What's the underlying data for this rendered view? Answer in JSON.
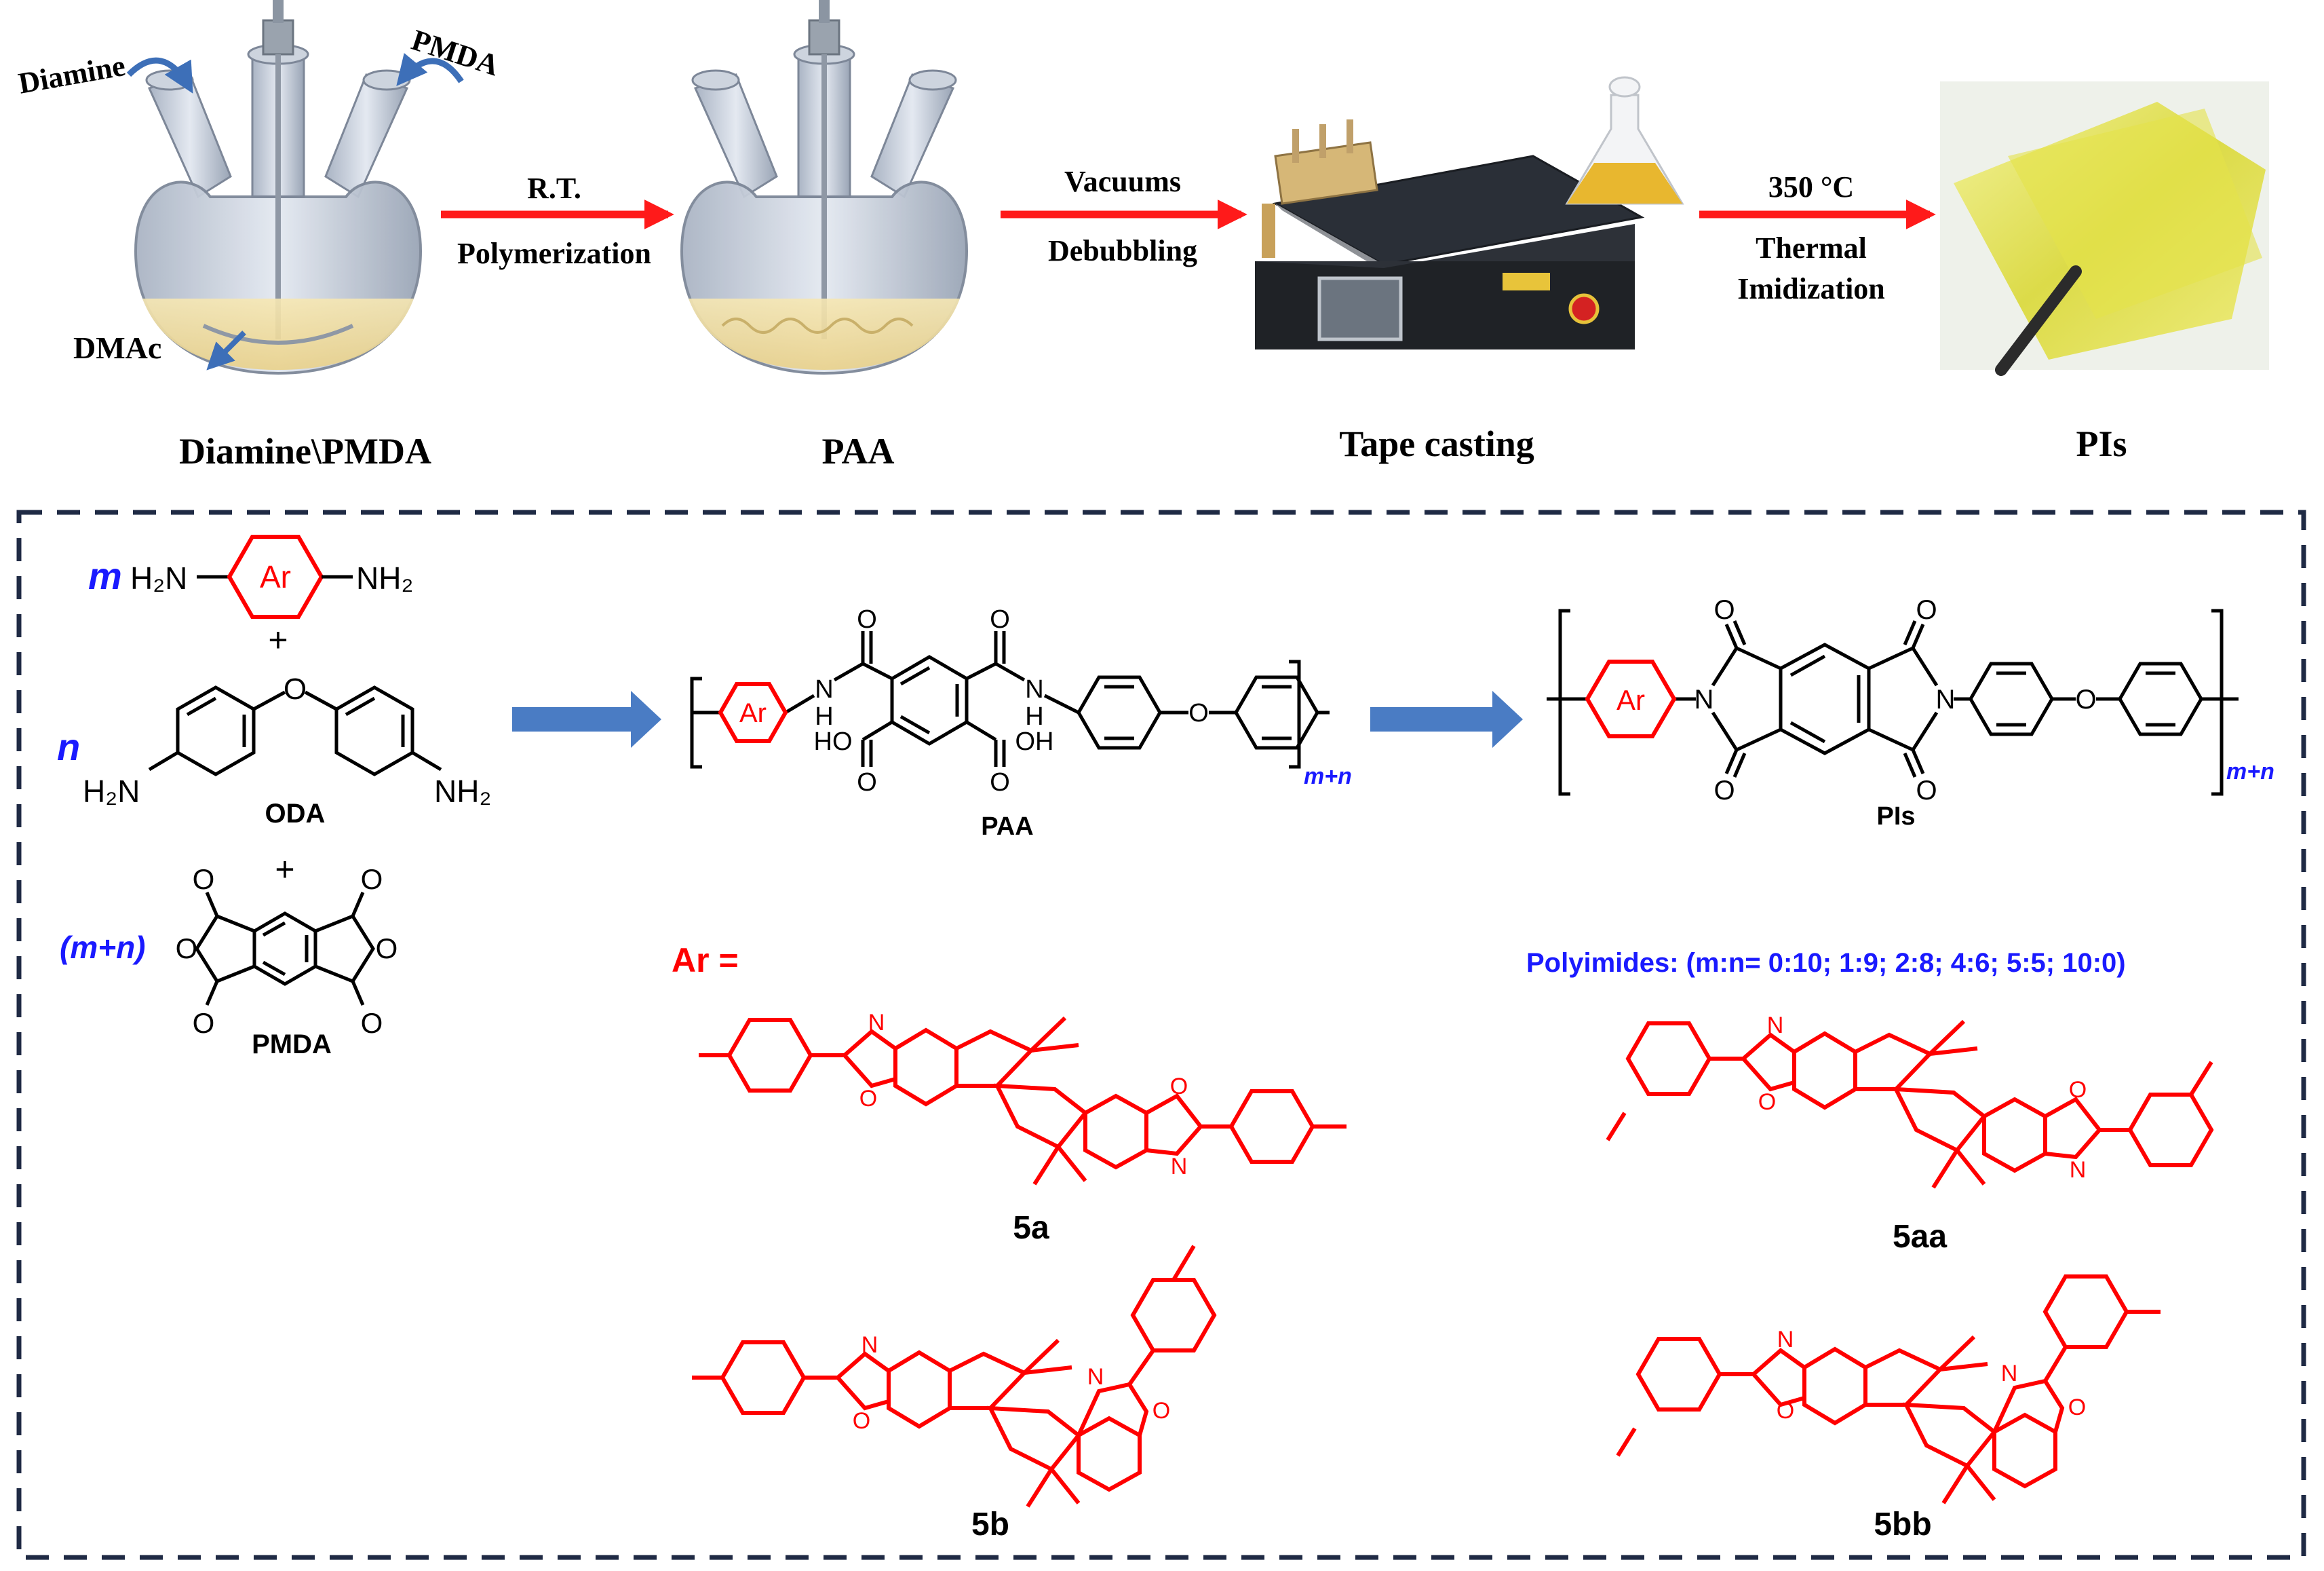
{
  "process": {
    "diamine": "Diamine",
    "pmda": "PMDA",
    "dmac": "DMAc",
    "step1_top": "R.T.",
    "step1_bottom": "Polymerization",
    "step2_top": "Vacuums",
    "step2_bottom": "Debubbling",
    "step3_top": "350 °C",
    "step3_mid": "Thermal",
    "step3_bottom": "Imidization",
    "label1": "Diamine\\PMDA",
    "label2": "PAA",
    "label3": "Tape casting",
    "label4": "PIs"
  },
  "scheme": {
    "m": "m",
    "n": "n",
    "mn": "(m+n)",
    "h2n": "H₂N",
    "nh2": "NH₂",
    "ar": "Ar",
    "plus": "+",
    "oda": "ODA",
    "pmda": "PMDA",
    "paa": "PAA",
    "pis": "PIs",
    "subscript": "m+n",
    "ar_eq": "Ar =",
    "polyimides": "Polyimides: (m:n= 0:10; 1:9; 2:8; 4:6; 5:5; 10:0)",
    "o": "O",
    "n_atom": "N",
    "h": "H",
    "ho": "HO",
    "oh": "OH"
  },
  "compounds": [
    "5a",
    "5aa",
    "5b",
    "5bb"
  ],
  "colors": {
    "arrow_red": "#ff1a1a",
    "arrow_blue": "#4a7cc4",
    "structure_red": "#ff0000",
    "label_blue": "#1a1aff",
    "box_border": "#1f2a44"
  }
}
